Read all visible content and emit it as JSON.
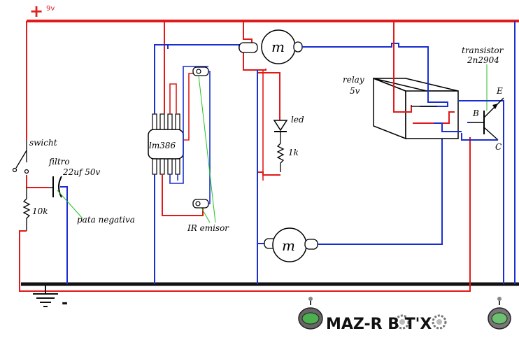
{
  "supply": {
    "plus_symbol": "+",
    "voltage": "9v",
    "minus_symbol": "-"
  },
  "components": {
    "switch_label": "swicht",
    "filter_label": "filtro",
    "capacitor_value": "22uf 50v",
    "resistor_left": "10k",
    "negative_leg": "pata negativa",
    "ic_label": "lm386",
    "ir_label": "IR emisor",
    "led_label": "led",
    "resistor_led": "1k",
    "motor_top": "m",
    "motor_bottom": "m",
    "relay_label": "relay",
    "relay_voltage": "5v",
    "transistor_label": "transistor",
    "transistor_part": "2n2904",
    "pin_b": "B",
    "pin_e": "E",
    "pin_c": "C"
  },
  "logo": {
    "text": "MAZ-R  B  T'X"
  },
  "colors": {
    "positive": "#e01a1a",
    "signal": "#1a2fd0",
    "ground": "#111111",
    "annotation": "#22c022"
  }
}
